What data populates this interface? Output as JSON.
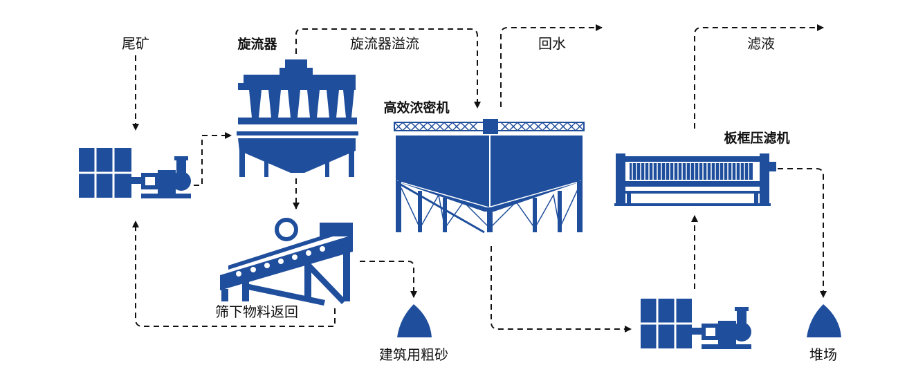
{
  "labels": {
    "tailings": "尾矿",
    "hydrocyclone": "旋流器",
    "cyclone_overflow": "旋流器溢流",
    "return_water": "回水",
    "filtrate": "滤液",
    "thickener": "高效浓密机",
    "filter_press": "板框压滤机",
    "undersize_return": "筛下物料返回",
    "coarse_sand": "建筑用粗砂",
    "stockpile": "堆场"
  },
  "colors": {
    "equipment": "#1f4e9c",
    "flow_line": "#111111",
    "background": "#ffffff"
  },
  "icons": [
    "tank-pump-icon",
    "hydrocyclone-icon",
    "vibrating-screen-icon",
    "thickener-icon",
    "filter-press-icon",
    "material-pile-icon"
  ]
}
